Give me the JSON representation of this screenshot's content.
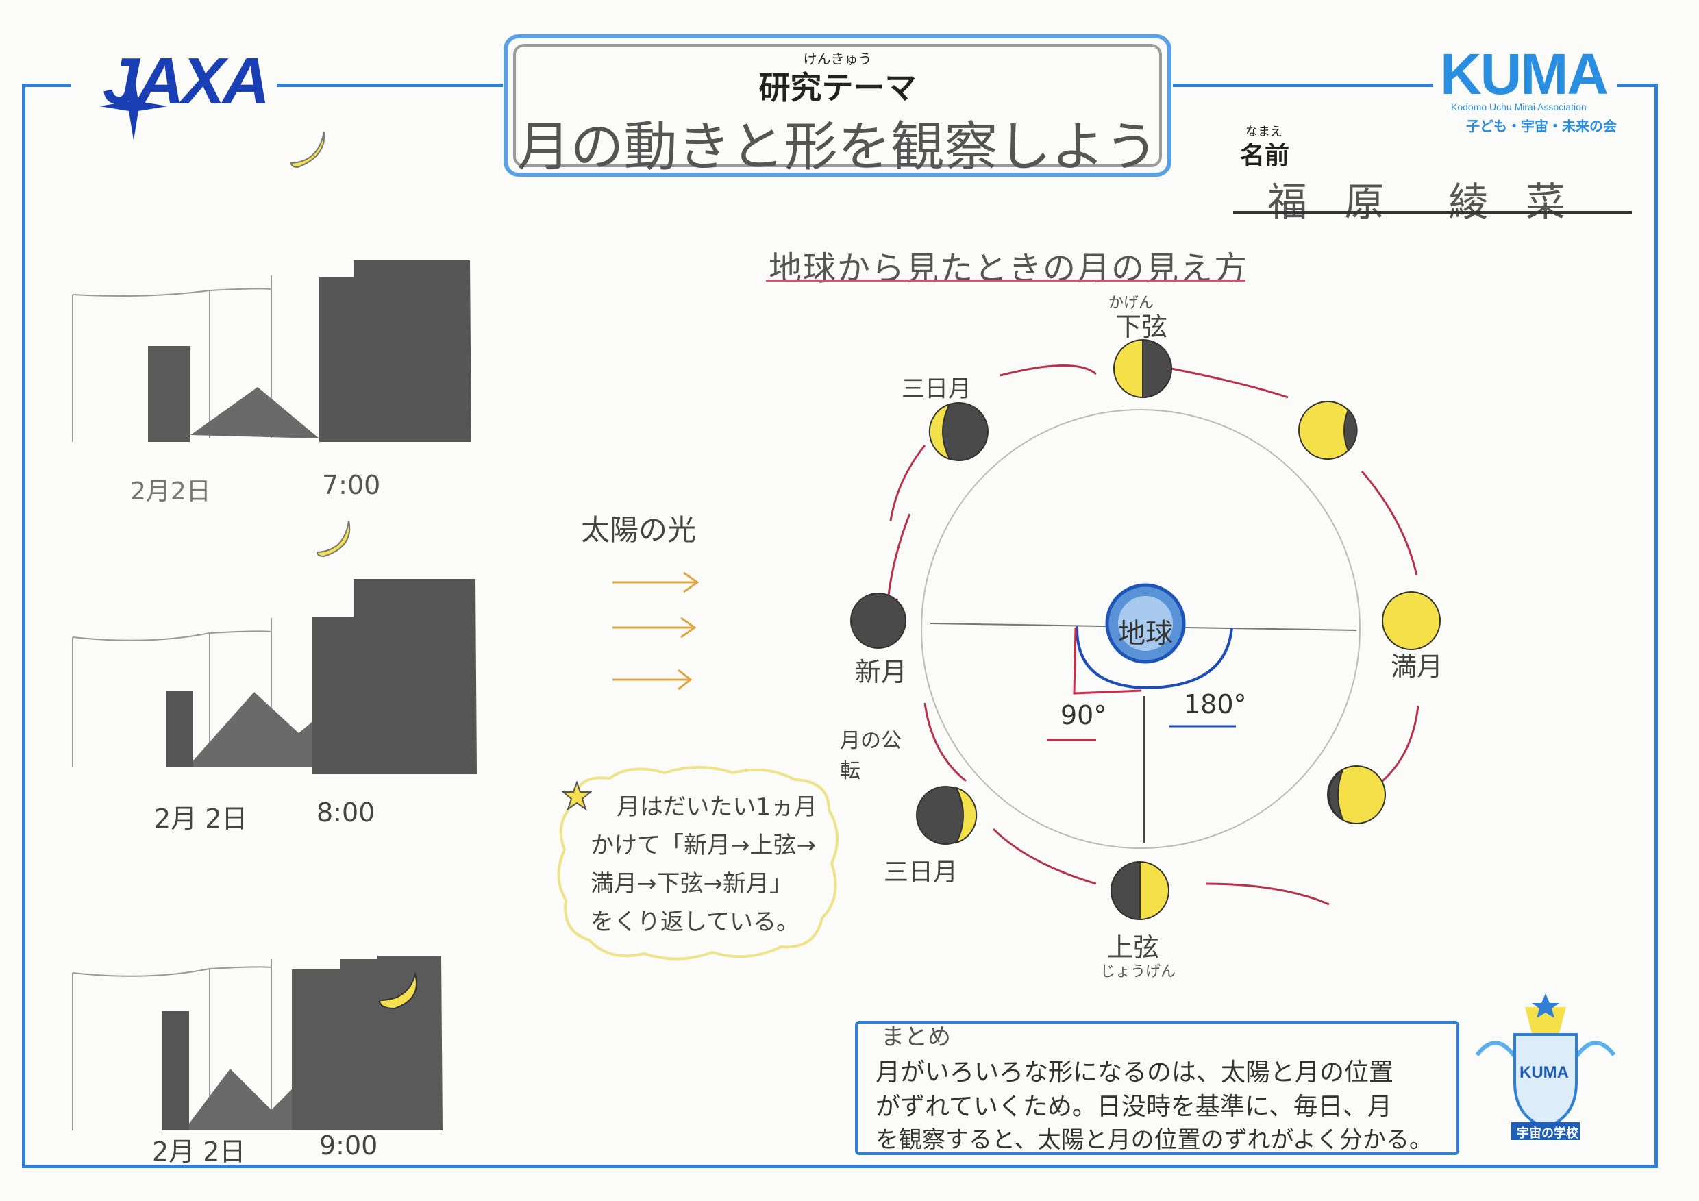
{
  "header": {
    "logo_left": "JAXA",
    "logo_right": "KUMA",
    "logo_right_sub": "Kodomo Uchu Mirai Association",
    "logo_right_sub_jp": "子ども・宇宙・未来の会",
    "theme_ruby": "けんきゅう",
    "theme_label": "研究テーマ",
    "theme_title": "月の動きと形を観察しよう",
    "name_ruby": "なまえ",
    "name_label": "名前",
    "name_value": "福 原　綾 菜"
  },
  "sketches": [
    {
      "date": "2月2日",
      "time": "7:00"
    },
    {
      "date": "2月 2日",
      "time": "8:00"
    },
    {
      "date": "2月 2日",
      "time": "9:00"
    }
  ],
  "diagram": {
    "title": "地球から見たときの月の見え方",
    "sunlight_label": "太陽の光",
    "earth_label": "地球",
    "angle_90": "90°",
    "angle_180": "180°",
    "revolution_label": "月の公転",
    "phases": {
      "top": "下弦",
      "top_ruby": "かげん",
      "upper_left": "三日月",
      "left": "新月",
      "lower_left": "三日月",
      "bottom": "上弦",
      "bottom_ruby": "じょうげん",
      "right": "満月"
    }
  },
  "note": {
    "line1": "月はだいたい1ヵ月",
    "line2": "かけて「新月→上弦→",
    "line3": "満月→下弦→新月」",
    "line4": "をくり返している。"
  },
  "summary": {
    "heading": "まとめ",
    "line1": "月がいろいろな形になるのは、太陽と月の位置",
    "line2": "がずれていくため。日没時を基準に、毎日、月",
    "line3": "を観察すると、太陽と月の位置のずれがよく分かる。"
  },
  "badge": {
    "label": "KUMA",
    "caption": "宇宙の学校"
  },
  "colors": {
    "frame": "#2f7fd6",
    "moon_lit": "#f4e14a",
    "moon_dark": "#4a4a4a",
    "earth": "#2f6fd0",
    "orbit_arrow": "#b8324a"
  }
}
